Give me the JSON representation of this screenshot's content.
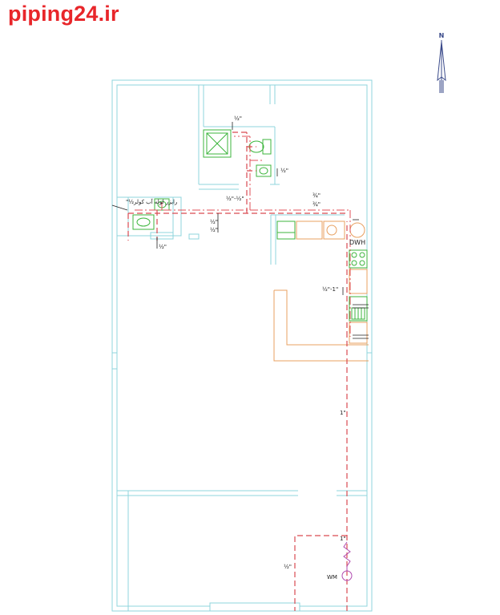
{
  "brand": {
    "text": "piping24.ir",
    "color": "#e8262a"
  },
  "north": {
    "label": "N"
  },
  "colors": {
    "walls": "#8fd4dc",
    "fixtures": "#3cb53c",
    "hot_water": "#e0525a",
    "cold_water": "#d94a52",
    "counter": "#e8a060",
    "arrow": "#3a4a8a",
    "meter": "#b04bb0"
  },
  "riser_label": "رایزر لوله آب کولر½\"",
  "pipe_labels": {
    "bath_top": "½\"",
    "bath_basin": "½\"",
    "corridor_reducer": "½\"-½\"",
    "corridor_a": "½\"",
    "corridor_b": "½\"",
    "kitchen_hot": "¾\"",
    "kitchen_cold": "¾\"",
    "small_bath": "½\"",
    "kitchen_feed": "½\"-1\"",
    "main": "1\"",
    "meter_in": "1\"",
    "branch": "½\""
  },
  "equipment": {
    "heater": "DWH",
    "meter": "WM"
  }
}
